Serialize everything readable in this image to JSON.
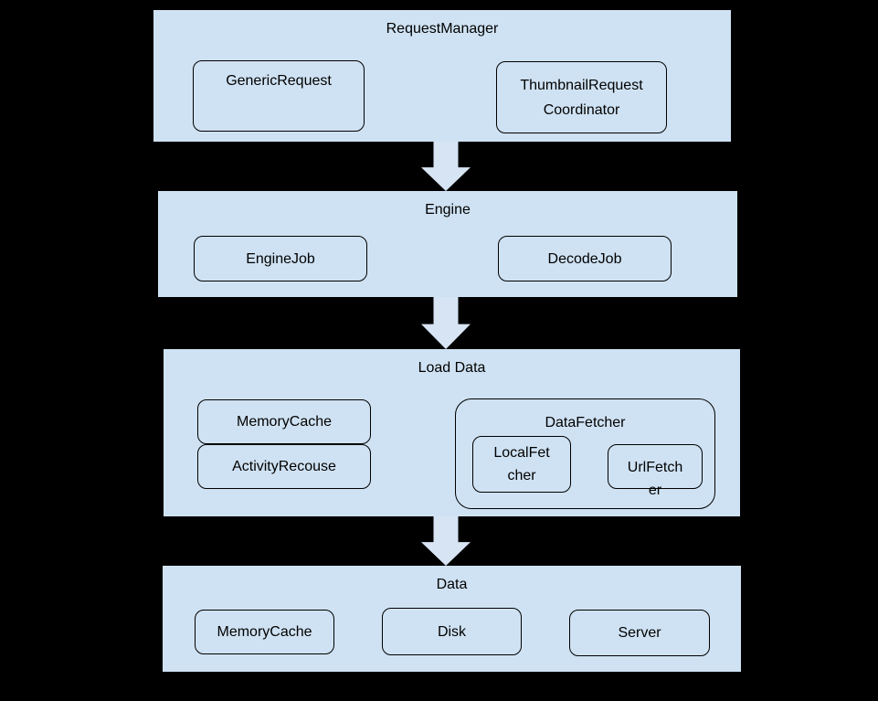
{
  "colors": {
    "background": "#000000",
    "panel_fill": "#cfe2f3",
    "arrow_fill": "#d6e4f4",
    "border": "#000000",
    "text": "#000000"
  },
  "diagram": {
    "sections": [
      {
        "title": "RequestManager",
        "nodes": [
          {
            "lines": [
              "GenericRequest"
            ]
          },
          {
            "lines": [
              "ThumbnailRequest",
              "Coordinator"
            ]
          }
        ]
      },
      {
        "title": "Engine",
        "nodes": [
          {
            "lines": [
              "EngineJob"
            ]
          },
          {
            "lines": [
              "DecodeJob"
            ]
          }
        ]
      },
      {
        "title": "Load Data",
        "nodes": [
          {
            "lines": [
              "MemoryCache"
            ]
          },
          {
            "lines": [
              "ActivityRecouse"
            ]
          }
        ],
        "group": {
          "title": "DataFetcher",
          "nodes": [
            {
              "lines": [
                "LocalFet",
                "cher"
              ]
            },
            {
              "lines": [
                "UrlFetch",
                "er"
              ]
            }
          ]
        }
      },
      {
        "title": "Data",
        "nodes": [
          {
            "lines": [
              "MemoryCache"
            ]
          },
          {
            "lines": [
              "Disk"
            ]
          },
          {
            "lines": [
              "Server"
            ]
          }
        ]
      }
    ]
  }
}
